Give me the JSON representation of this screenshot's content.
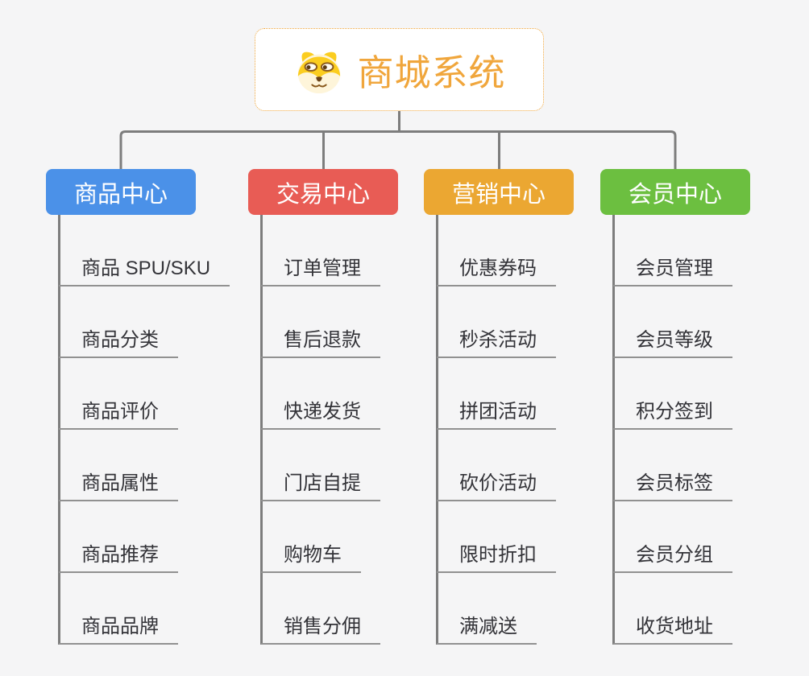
{
  "root": {
    "title": "商城系统",
    "icon": "dog-face-icon",
    "accent_color": "#f0a63c"
  },
  "branches": [
    {
      "label": "商品中心",
      "color": "#4b91e8",
      "items": [
        "商品 SPU/SKU",
        "商品分类",
        "商品评价",
        "商品属性",
        "商品推荐",
        "商品品牌"
      ]
    },
    {
      "label": "交易中心",
      "color": "#e85c55",
      "items": [
        "订单管理",
        "售后退款",
        "快递发货",
        "门店自提",
        "购物车",
        "销售分佣"
      ]
    },
    {
      "label": "营销中心",
      "color": "#eba732",
      "items": [
        "优惠券码",
        "秒杀活动",
        "拼团活动",
        "砍价活动",
        "限时折扣",
        "满减送"
      ]
    },
    {
      "label": "会员中心",
      "color": "#6cbf40",
      "items": [
        "会员管理",
        "会员等级",
        "积分签到",
        "会员标签",
        "会员分组",
        "收货地址"
      ]
    }
  ],
  "colors": {
    "background": "#f5f5f6",
    "connector": "#7d7d7d",
    "item_underline": "#919191",
    "item_text": "#333338",
    "root_border": "#f0a63c"
  }
}
